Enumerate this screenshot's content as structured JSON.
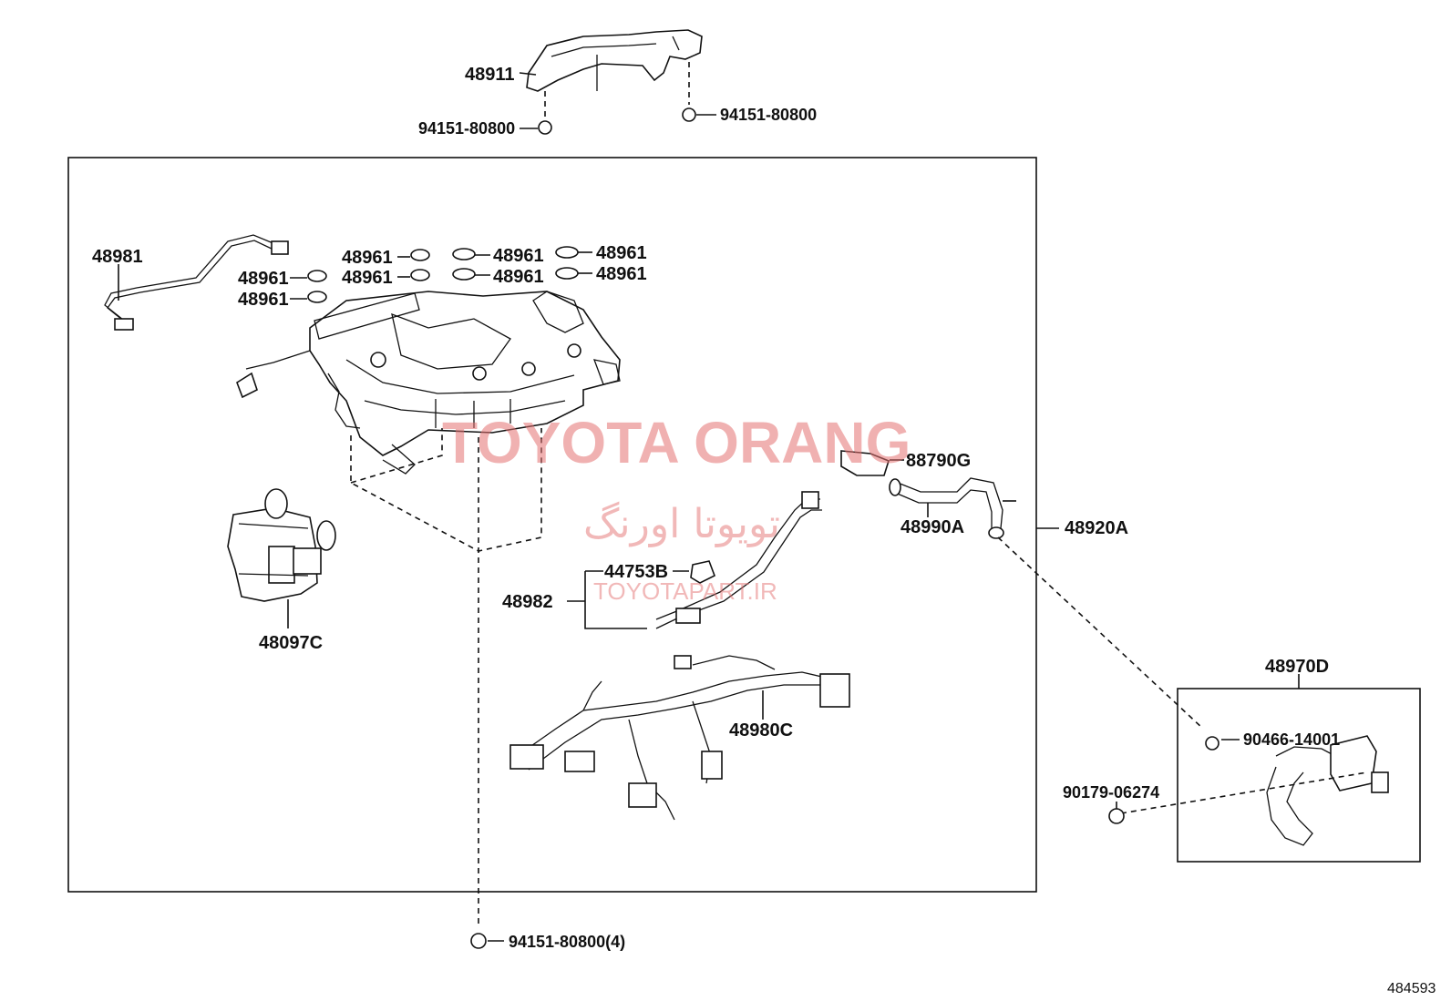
{
  "labels": {
    "p48911": "48911",
    "p94151_left": "94151-80800",
    "p94151_right": "94151-80800",
    "p48981": "48981",
    "p48961_a": "48961",
    "p48961_b": "48961",
    "p48961_c": "48961",
    "p48961_d": "48961",
    "p48961_e": "48961",
    "p48961_f": "48961",
    "p48961_g": "48961",
    "p48961_h": "48961",
    "p88790G": "88790G",
    "p48990A": "48990A",
    "p48920A": "48920A",
    "p44753B": "44753B",
    "p48982": "48982",
    "p48097C": "48097C",
    "p48980C": "48980C",
    "p48970D": "48970D",
    "p90466": "90466-14001",
    "p90179": "90179-06274",
    "p94151_bottom": "94151-80800(4)"
  },
  "watermark": {
    "title": "TOYOTA ORANG",
    "arabic": "تویوتا اورنگ",
    "url": "TOYOTAPART.IR",
    "color": "#e57373"
  },
  "reference_number": "484593"
}
